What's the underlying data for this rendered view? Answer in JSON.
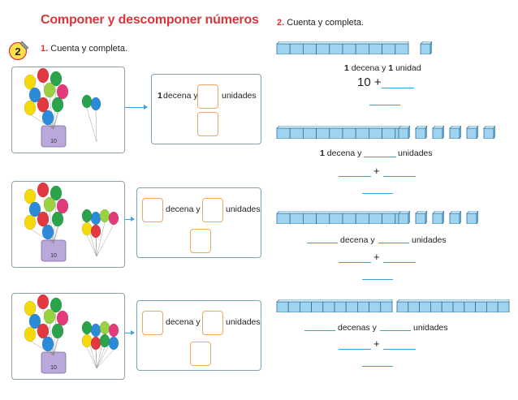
{
  "page": {
    "title": "Componer y descomponer números",
    "badge": "2"
  },
  "exercise1": {
    "number": "1.",
    "instruction": "Cuenta y completa.",
    "rows": [
      {
        "bag_label": "10",
        "given_tens": "1",
        "tens_label": "decena y",
        "units_label": "unidades",
        "loose_balloons": 2
      },
      {
        "bag_label": "10",
        "given_tens": "",
        "tens_label": "decena y",
        "units_label": "unidades",
        "loose_balloons": 6
      },
      {
        "bag_label": "10",
        "given_tens": "",
        "tens_label": "decena y",
        "units_label": "unidades",
        "loose_balloons": 8
      }
    ]
  },
  "exercise2": {
    "number": "2.",
    "instruction": "Cuenta y completa.",
    "rows": [
      {
        "rods": 1,
        "cubes": 1,
        "line1_tens": "1",
        "line1_mid": "decena y",
        "line1_units": "1",
        "line1_end": "unidad",
        "line2_start": "10",
        "plus": "+"
      },
      {
        "rods": 1,
        "cubes": 6,
        "line1_tens": "1",
        "line1_mid": "decena y",
        "line1_end": "unidades",
        "plus": "+"
      },
      {
        "rods": 1,
        "cubes": 5,
        "line1_mid": "decena y",
        "line1_end": "unidades",
        "plus": "+"
      },
      {
        "rods": 2,
        "cubes": 0,
        "line1_mid": "decenas y",
        "line1_end": "unidades",
        "plus": "+"
      }
    ]
  },
  "colors": {
    "title": "#d9363a",
    "box_outline": "#f0a860",
    "blank_line": "#3ba0dd",
    "block_fill": "#9fd3f0",
    "block_stroke": "#2f6f95"
  }
}
